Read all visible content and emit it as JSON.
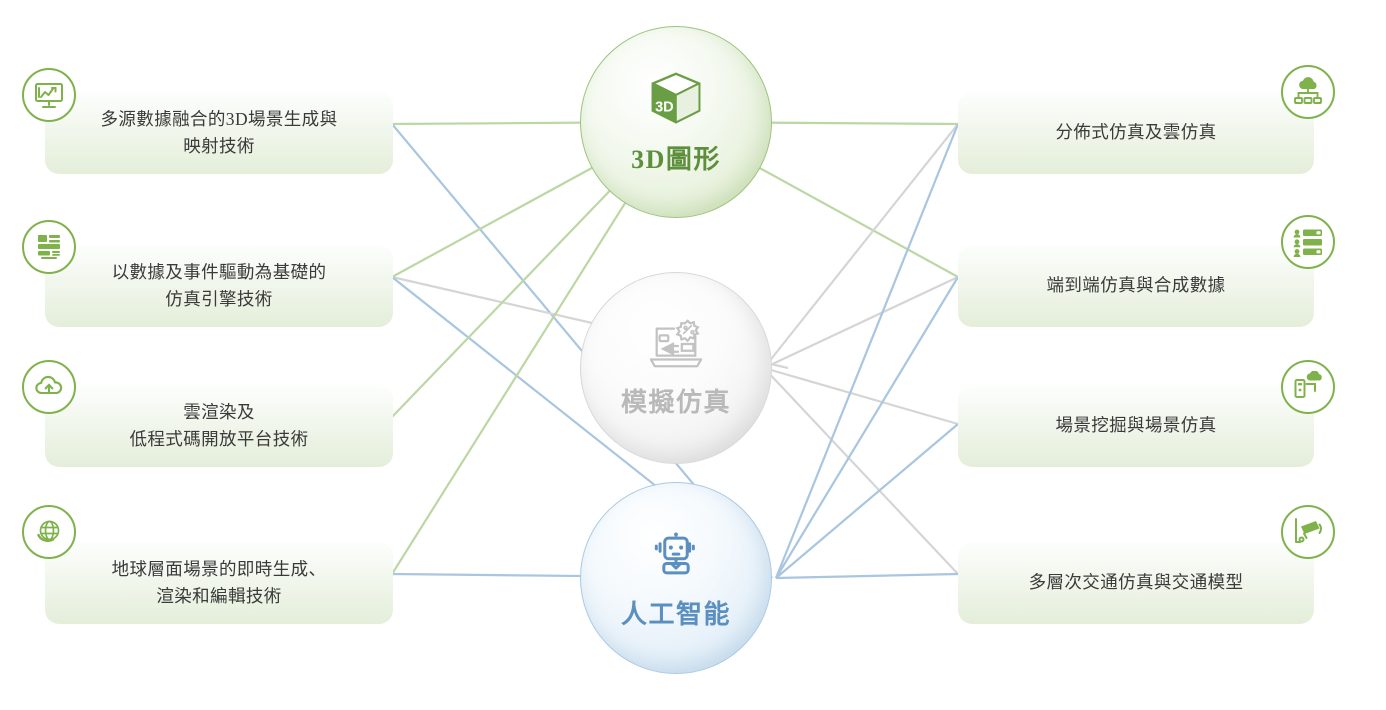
{
  "theme": {
    "green": "#7fb24a",
    "green_dark": "#5d8f3c",
    "grey": "#b9b9b9",
    "blue": "#5b8fc0",
    "link_green": "#bcd7a4",
    "link_grey": "#d5d5d5",
    "link_blue": "#a8c6e0",
    "card_bg_top": "#fdfefd",
    "card_bg_bottom": "#e4eeda",
    "text": "#3a3a3a"
  },
  "hubs": [
    {
      "id": "3d-graphics",
      "label": "3D圖形",
      "icon": "cube-3d-icon",
      "icon_badge_text": "3D",
      "accent": "#5d8f3c"
    },
    {
      "id": "simulation",
      "label": "模擬仿真",
      "icon": "laptop-megaphone-icon",
      "accent": "#b9b9b9"
    },
    {
      "id": "artificial-intelligence",
      "label": "人工智能",
      "icon": "robot-icon",
      "accent": "#5b8fc0"
    }
  ],
  "left_cards": [
    {
      "id": "multi-source-data-fusion",
      "icon": "monitor-chart-icon",
      "text": "多源數據融合的3D場景生成與\n映射技術"
    },
    {
      "id": "data-event-driven-engine",
      "icon": "server-rack-icon",
      "text": "以數據及事件驅動為基礎的\n仿真引擎技術"
    },
    {
      "id": "cloud-render-lowcode",
      "icon": "cloud-upload-icon",
      "text": "雲渲染及\n低程式碼開放平台技術"
    },
    {
      "id": "earth-scale-scene",
      "icon": "globe-icon",
      "text": "地球層面場景的即時生成、\n渲染和編輯技術"
    }
  ],
  "right_cards": [
    {
      "id": "distributed-cloud-sim",
      "icon": "cloud-network-icon",
      "text": "分佈式仿真及雲仿真"
    },
    {
      "id": "end-to-end-sim-data",
      "icon": "user-list-icon",
      "text": "端到端仿真與合成數據"
    },
    {
      "id": "scene-mining-sim",
      "icon": "server-cloud-icon",
      "text": "場景挖掘與場景仿真"
    },
    {
      "id": "multilayer-traffic-sim",
      "icon": "traffic-camera-icon",
      "text": "多層次交通仿真與交通模型"
    }
  ],
  "links": {
    "left": [
      {
        "from": "left-card-1",
        "to": "3d-graphics",
        "color": "#bcd7a4"
      },
      {
        "from": "left-card-1",
        "to": "artificial-intelligence",
        "color": "#a8c6e0"
      },
      {
        "from": "left-card-2",
        "to": "3d-graphics",
        "color": "#bcd7a4"
      },
      {
        "from": "left-card-2",
        "to": "simulation",
        "color": "#d5d5d5"
      },
      {
        "from": "left-card-2",
        "to": "artificial-intelligence",
        "color": "#a8c6e0"
      },
      {
        "from": "left-card-3",
        "to": "3d-graphics",
        "color": "#bcd7a4"
      },
      {
        "from": "left-card-4",
        "to": "3d-graphics",
        "color": "#bcd7a4"
      },
      {
        "from": "left-card-4",
        "to": "artificial-intelligence",
        "color": "#a8c6e0"
      }
    ],
    "right": [
      {
        "from": "3d-graphics",
        "to": "right-card-1",
        "color": "#bcd7a4"
      },
      {
        "from": "3d-graphics",
        "to": "right-card-2",
        "color": "#bcd7a4"
      },
      {
        "from": "simulation",
        "to": "right-card-1",
        "color": "#d5d5d5"
      },
      {
        "from": "simulation",
        "to": "right-card-2",
        "color": "#d5d5d5"
      },
      {
        "from": "simulation",
        "to": "right-card-3",
        "color": "#d5d5d5"
      },
      {
        "from": "simulation",
        "to": "right-card-4",
        "color": "#d5d5d5"
      },
      {
        "from": "artificial-intelligence",
        "to": "right-card-1",
        "color": "#a8c6e0"
      },
      {
        "from": "artificial-intelligence",
        "to": "right-card-2",
        "color": "#a8c6e0"
      },
      {
        "from": "artificial-intelligence",
        "to": "right-card-3",
        "color": "#a8c6e0"
      },
      {
        "from": "artificial-intelligence",
        "to": "right-card-4",
        "color": "#a8c6e0"
      }
    ]
  }
}
